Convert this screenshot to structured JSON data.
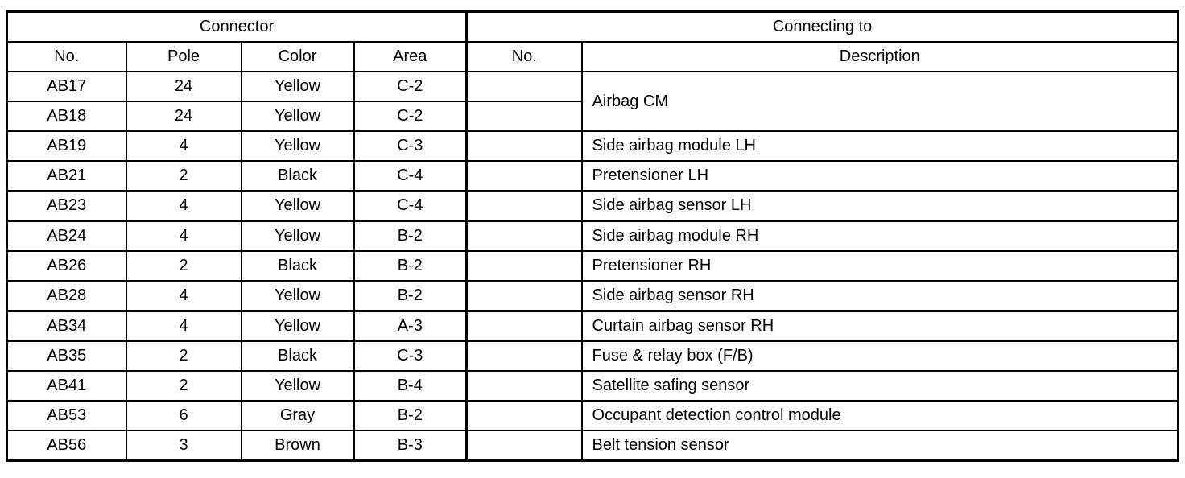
{
  "table": {
    "header": {
      "connector_group": "Connector",
      "connecting_group": "Connecting to",
      "columns": {
        "no": "No.",
        "pole": "Pole",
        "color": "Color",
        "area": "Area",
        "conn_no": "No.",
        "description": "Description"
      }
    },
    "rows": [
      {
        "no": "AB17",
        "pole": "24",
        "color": "Yellow",
        "area": "C-2",
        "conn_no": "",
        "description": "Airbag CM",
        "desc_rowspan": 2
      },
      {
        "no": "AB18",
        "pole": "24",
        "color": "Yellow",
        "area": "C-2",
        "conn_no": "",
        "description": null
      },
      {
        "no": "AB19",
        "pole": "4",
        "color": "Yellow",
        "area": "C-3",
        "conn_no": "",
        "description": "Side airbag module LH"
      },
      {
        "no": "AB21",
        "pole": "2",
        "color": "Black",
        "area": "C-4",
        "conn_no": "",
        "description": "Pretensioner LH"
      },
      {
        "no": "AB23",
        "pole": "4",
        "color": "Yellow",
        "area": "C-4",
        "conn_no": "",
        "description": "Side airbag sensor LH",
        "thick_border_below": true
      },
      {
        "no": "AB24",
        "pole": "4",
        "color": "Yellow",
        "area": "B-2",
        "conn_no": "",
        "description": "Side airbag module RH"
      },
      {
        "no": "AB26",
        "pole": "2",
        "color": "Black",
        "area": "B-2",
        "conn_no": "",
        "description": "Pretensioner RH"
      },
      {
        "no": "AB28",
        "pole": "4",
        "color": "Yellow",
        "area": "B-2",
        "conn_no": "",
        "description": "Side airbag sensor RH",
        "thick_border_below": true
      },
      {
        "no": "AB34",
        "pole": "4",
        "color": "Yellow",
        "area": "A-3",
        "conn_no": "",
        "description": "Curtain airbag sensor RH"
      },
      {
        "no": "AB35",
        "pole": "2",
        "color": "Black",
        "area": "C-3",
        "conn_no": "",
        "description": "Fuse & relay box (F/B)"
      },
      {
        "no": "AB41",
        "pole": "2",
        "color": "Yellow",
        "area": "B-4",
        "conn_no": "",
        "description": "Satellite safing sensor"
      },
      {
        "no": "AB53",
        "pole": "6",
        "color": "Gray",
        "area": "B-2",
        "conn_no": "",
        "description": "Occupant detection control module"
      },
      {
        "no": "AB56",
        "pole": "3",
        "color": "Brown",
        "area": "B-3",
        "conn_no": "",
        "description": "Belt tension sensor"
      }
    ],
    "colors": {
      "border": "#000000",
      "background": "#ffffff",
      "text": "#000000"
    }
  }
}
